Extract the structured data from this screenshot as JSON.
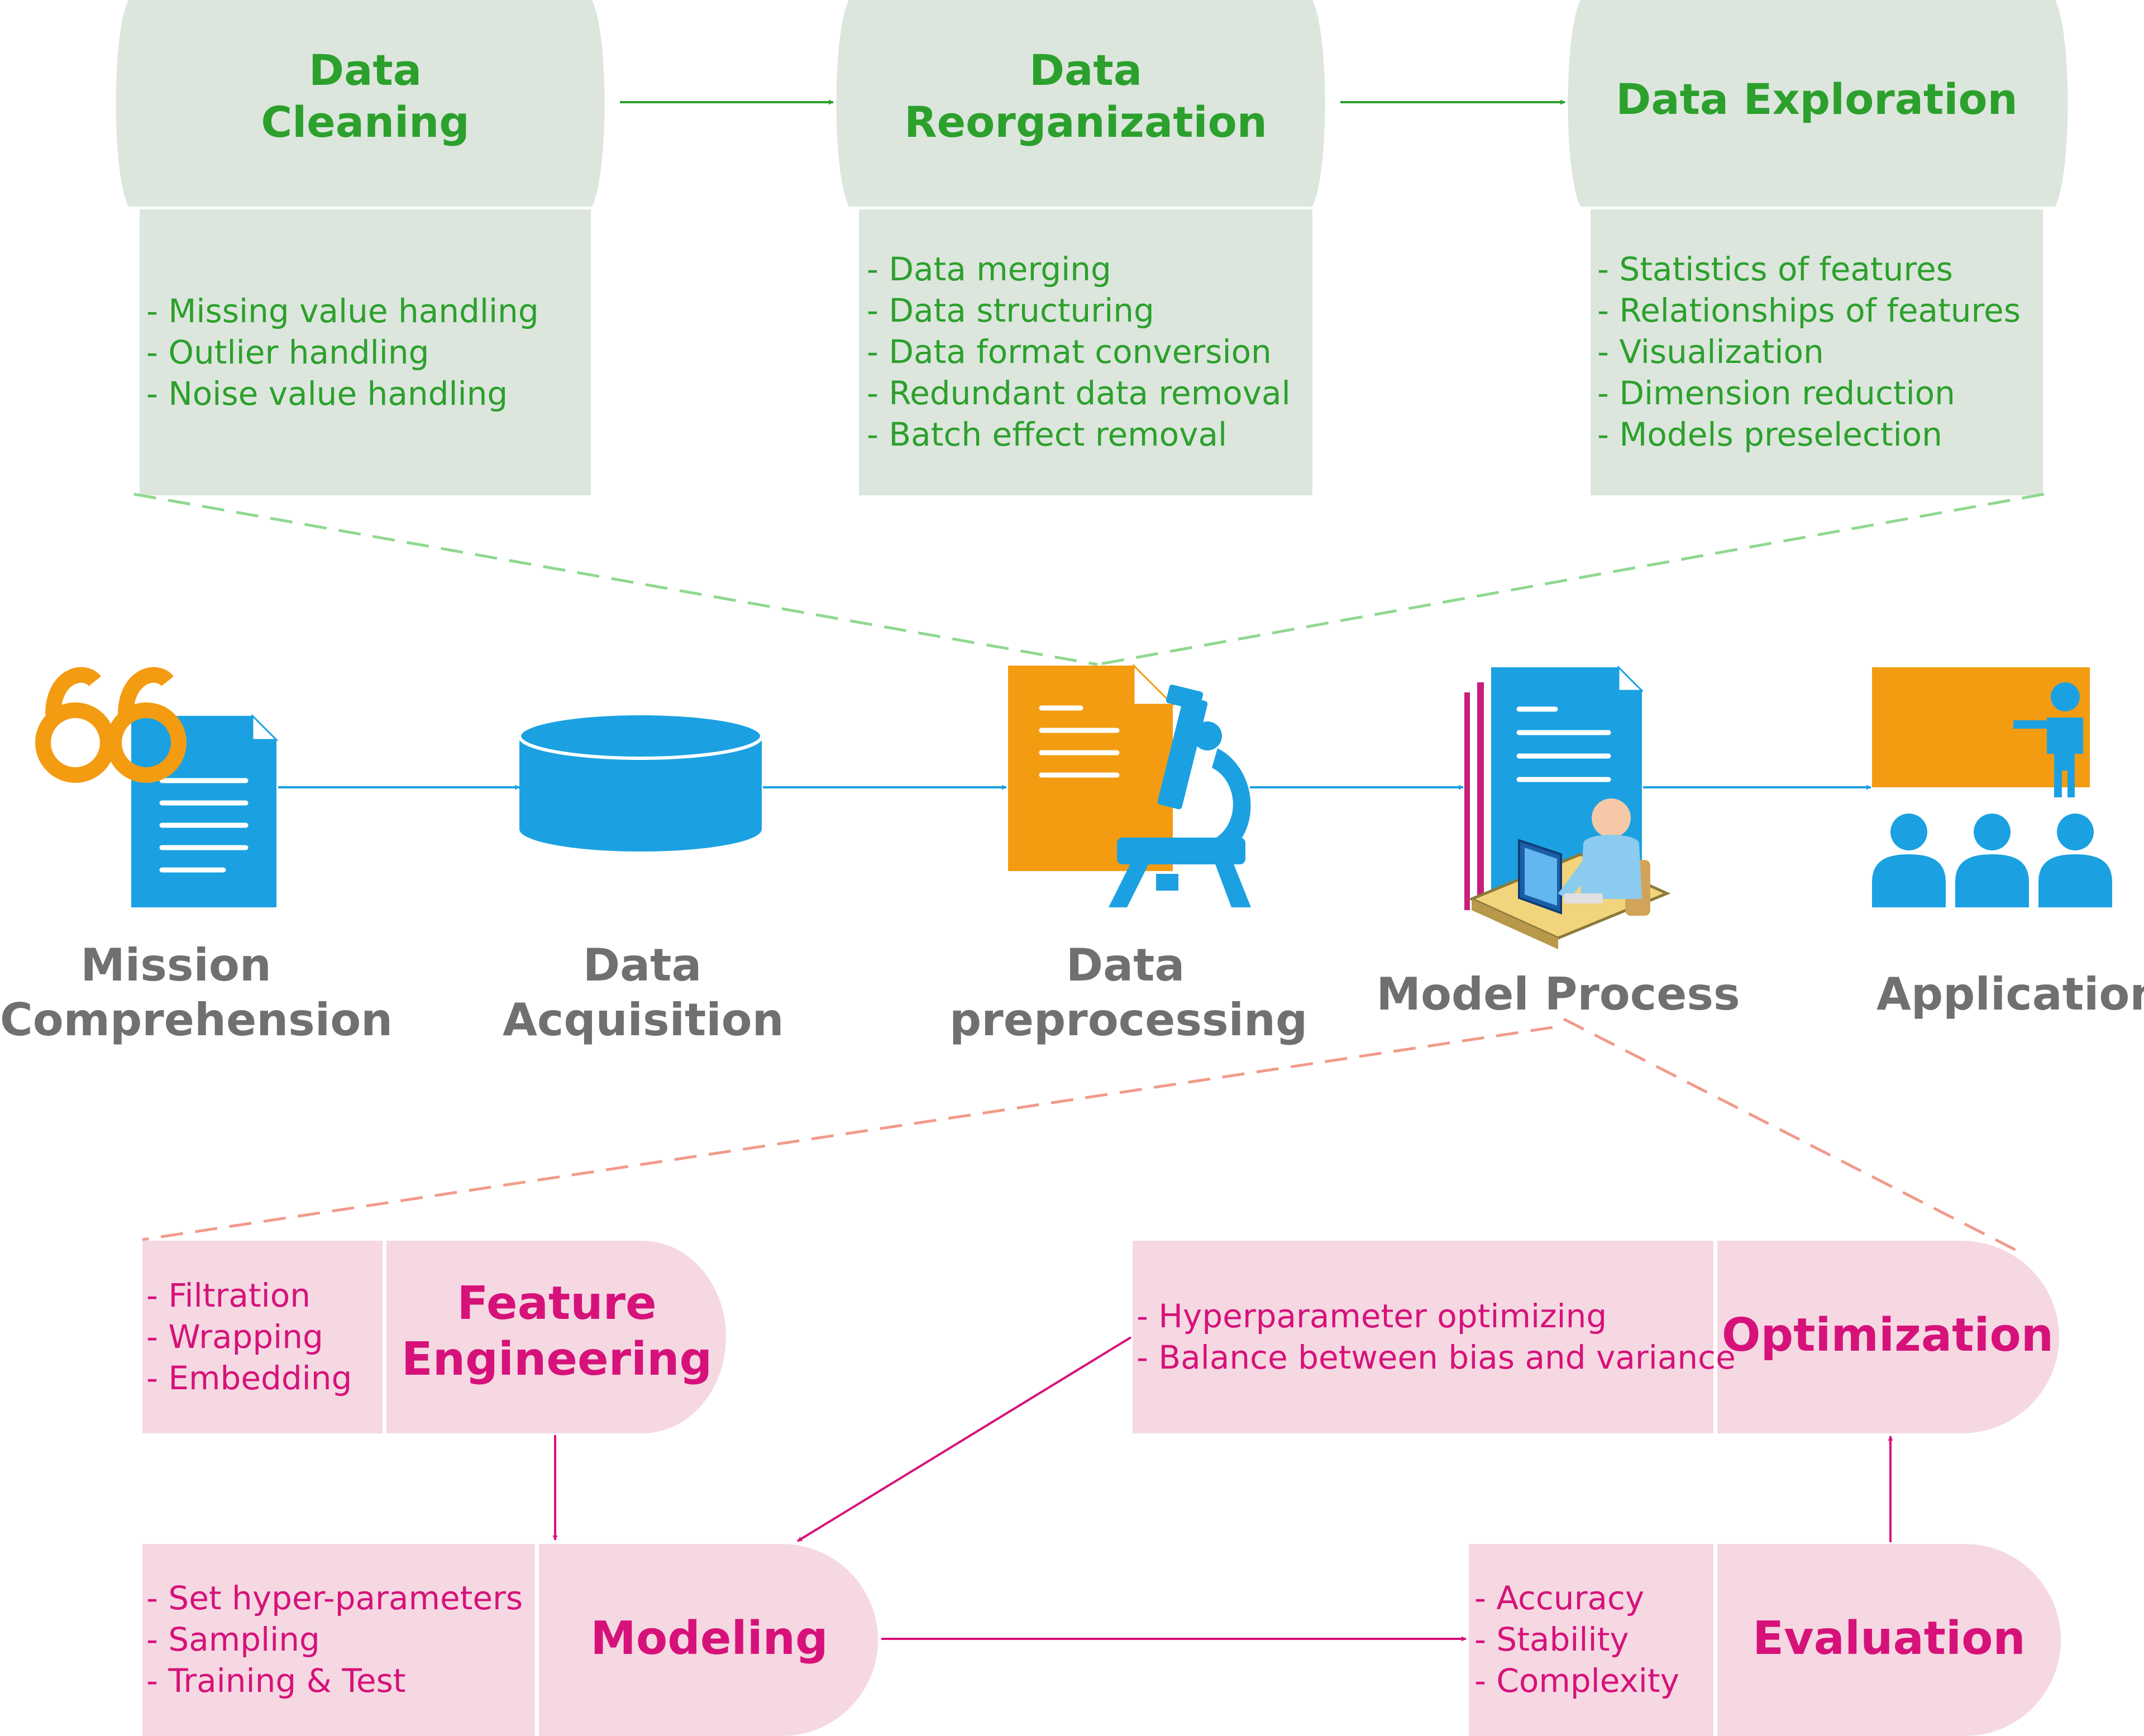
{
  "colors": {
    "green_box": "#dce6dd",
    "green_text": "#2ca02c",
    "pink_box": "#f5d8e2",
    "pink_text": "#d6127a",
    "blue_icon": "#1ba1e2",
    "orange_icon": "#f39c12",
    "grey_label": "#707070",
    "green_dash": "#8fd88f",
    "salmon_dash": "#f29a8a",
    "blue_arrow": "#1ba1e2",
    "pink_arrow": "#d6127a"
  },
  "preprocessing_steps": [
    {
      "title_lines": [
        "Data",
        "Cleaning"
      ],
      "items": [
        "Missing value handling",
        "Outlier handling",
        "Noise value handling"
      ]
    },
    {
      "title_lines": [
        "Data",
        "Reorganization"
      ],
      "items": [
        "Data merging",
        "Data structuring",
        "Data format conversion",
        "Redundant data removal",
        "Batch effect removal"
      ]
    },
    {
      "title_lines": [
        "Data Exploration"
      ],
      "items": [
        "Statistics of features",
        "Relationships of features",
        "Visualization",
        "Dimension reduction",
        "Models preselection"
      ]
    }
  ],
  "pipeline": [
    {
      "icon": "glasses-document-icon",
      "label_lines": [
        "Mission",
        "Comprehension"
      ]
    },
    {
      "icon": "database-icon",
      "label_lines": [
        "Data",
        "Acquisition"
      ]
    },
    {
      "icon": "microscope-document-icon",
      "label_lines": [
        "Data",
        "preprocessing"
      ]
    },
    {
      "icon": "analyst-workstation-icon",
      "label_lines": [
        "Model Process"
      ]
    },
    {
      "icon": "presentation-audience-icon",
      "label_lines": [
        "Application"
      ]
    }
  ],
  "model_steps": {
    "feature_engineering": {
      "title_lines": [
        "Feature",
        "Engineering"
      ],
      "items": [
        "Filtration",
        "Wrapping",
        "Embedding"
      ]
    },
    "optimization": {
      "title_lines": [
        "Optimization"
      ],
      "items": [
        "Hyperparameter optimizing",
        "Balance between bias and variance"
      ]
    },
    "modeling": {
      "title_lines": [
        "Modeling"
      ],
      "items": [
        "Set hyper-parameters",
        "Sampling",
        "Training & Test"
      ]
    },
    "evaluation": {
      "title_lines": [
        "Evaluation"
      ],
      "items": [
        "Accuracy",
        "Stability",
        "Complexity"
      ]
    }
  }
}
